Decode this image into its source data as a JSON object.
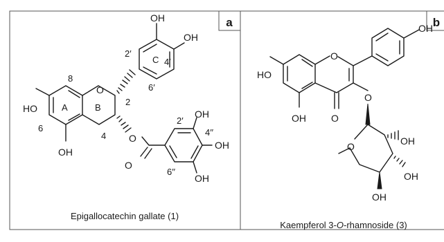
{
  "figure": {
    "panels": [
      {
        "letter": "a",
        "caption": "Epigallocatechin gallate (1)",
        "atoms": {
          "ho_a7": "HO",
          "oh_a5": "OH",
          "o_ring": "O",
          "o_ester": "O",
          "o_carbonyl": "O",
          "oh_c3": "OH",
          "oh_c4": "OH",
          "oh_g3": "OH",
          "oh_g4": "OH",
          "oh_g5": "OH"
        },
        "numbers": {
          "n8": "8",
          "n6": "6",
          "n4": "4",
          "n2": "2",
          "n2p": "2′",
          "n4p": "4′",
          "n6p": "6′",
          "n2pp": "2′",
          "n4pp": "4′′",
          "n6pp": "6′′"
        },
        "rings": {
          "A": "A",
          "B": "B",
          "C": "C"
        }
      },
      {
        "letter": "b",
        "caption": "Kaempferol 3-O-rhamnoside (3)",
        "caption_parts": {
          "pre": "Kaempferol 3-",
          "ital": "O",
          "post": "-rhamnoside (3)"
        },
        "atoms": {
          "ho_7": "HO",
          "oh_5": "OH",
          "o_ring": "O",
          "o_carbonyl": "O",
          "oh_4p": "OH",
          "o_glyc": "O",
          "o_sugar": "O",
          "oh_s2": "OH",
          "oh_s3": "OH",
          "oh_s4": "OH"
        }
      }
    ]
  }
}
